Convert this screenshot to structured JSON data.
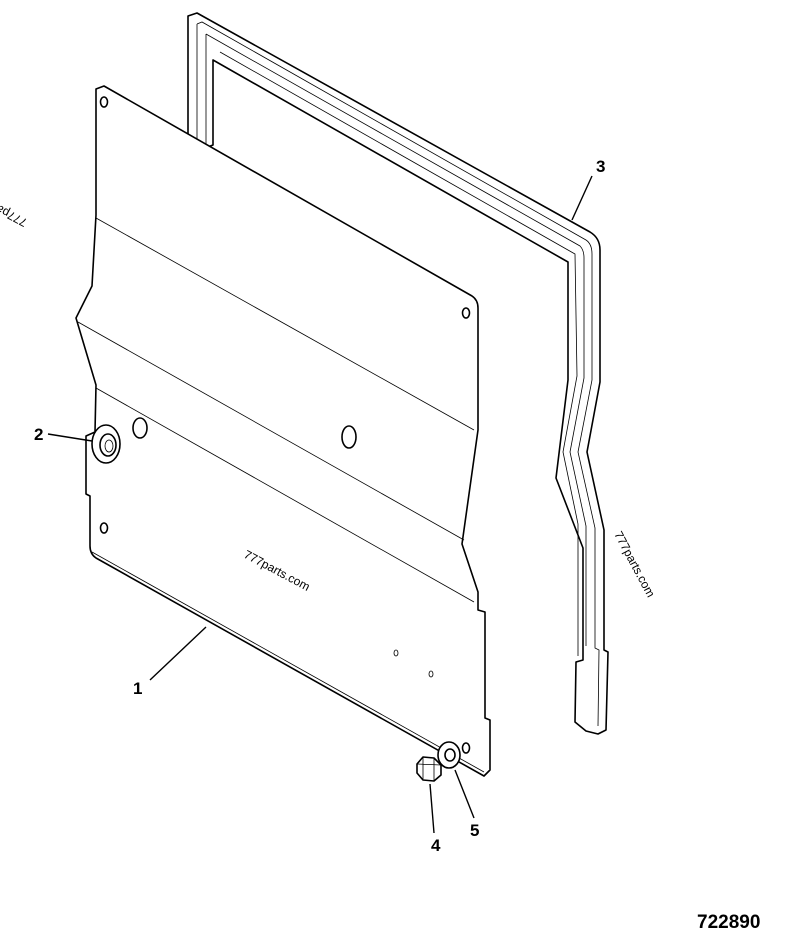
{
  "callouts": {
    "part_1": "1",
    "part_2": "2",
    "part_3": "3",
    "part_4": "4",
    "part_5": "5"
  },
  "watermarks": {
    "panel": "777parts.com",
    "gasket": "777parts.com",
    "edge_fragment": "777pa"
  },
  "drawing_number": "722890"
}
